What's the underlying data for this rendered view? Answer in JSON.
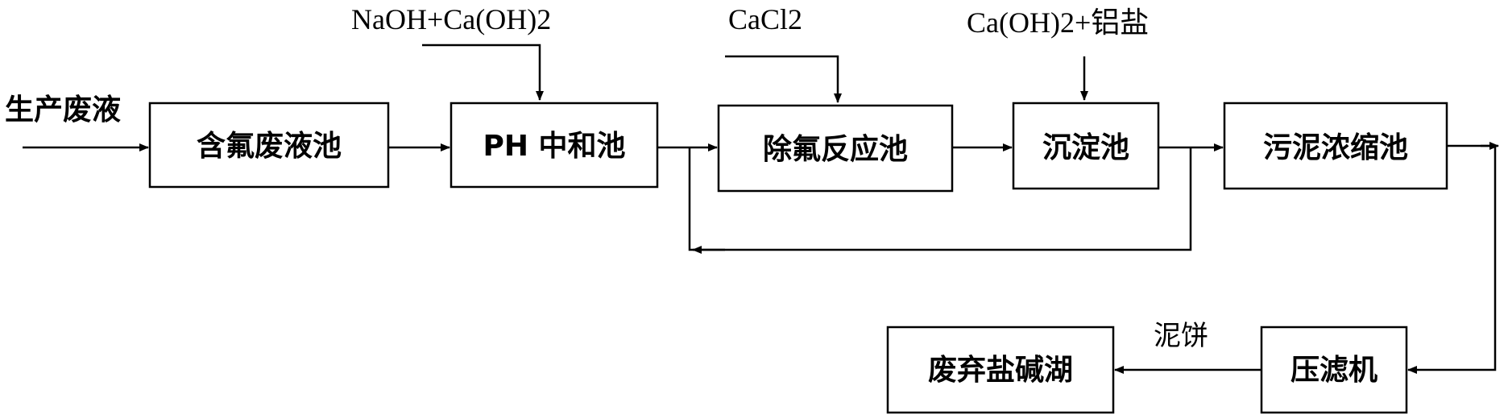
{
  "nodes": {
    "input_label": "生产废液",
    "waste_pool": "含氟废液池",
    "ph_pool": "PH 中和池",
    "defluor_pool": "除氟反应池",
    "settle_pool": "沉淀池",
    "sludge_pool": "污泥浓缩池",
    "press": "压滤机",
    "lake": "废弃盐碱湖"
  },
  "reagents": {
    "ph": "NaOH+Ca(OH)2",
    "defluor": "CaCl2",
    "settle": "Ca(OH)2+铝盐"
  },
  "edges": {
    "cake": "泥饼"
  }
}
